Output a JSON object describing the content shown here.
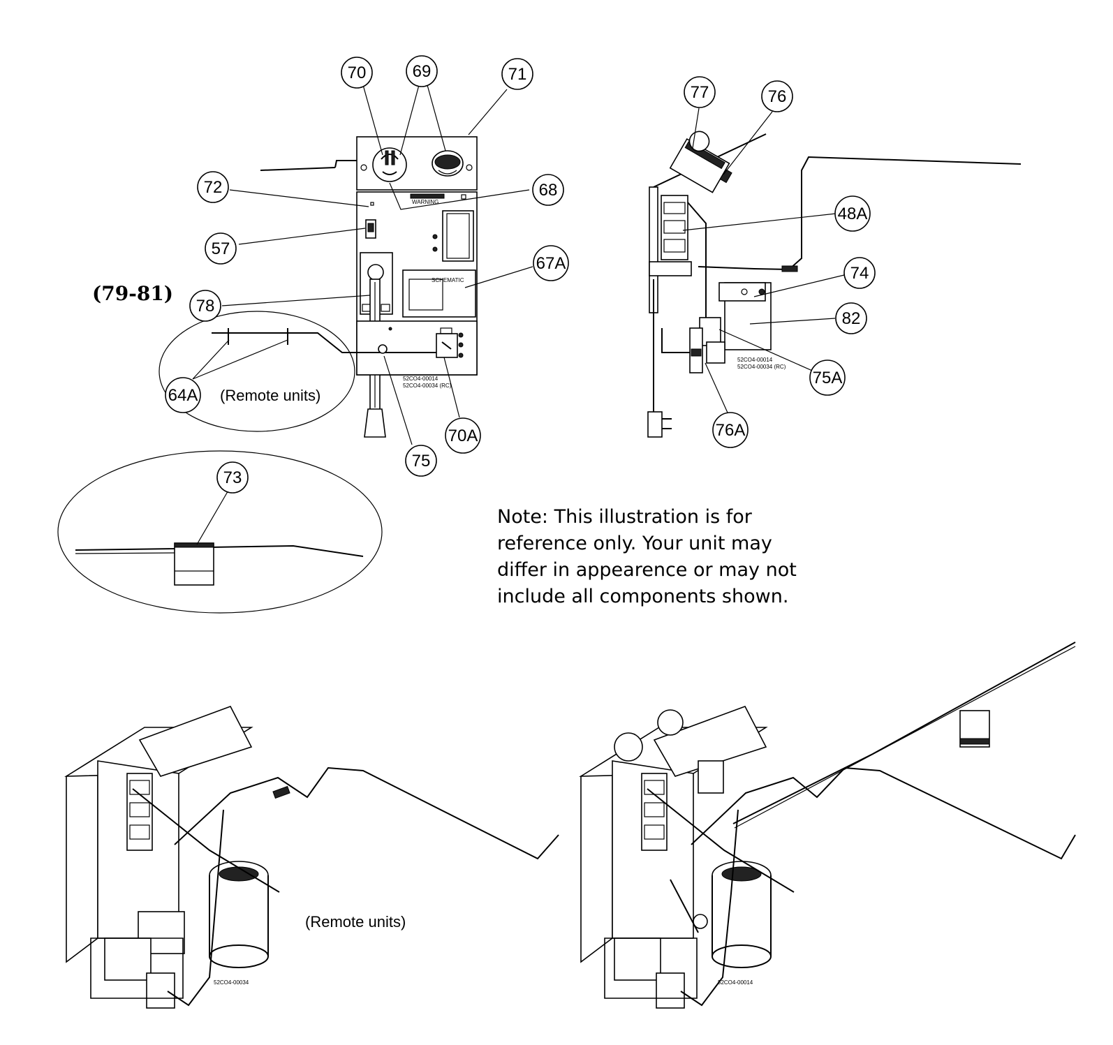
{
  "callouts": [
    {
      "id": "70",
      "label": "70"
    },
    {
      "id": "69",
      "label": "69"
    },
    {
      "id": "71",
      "label": "71"
    },
    {
      "id": "72",
      "label": "72"
    },
    {
      "id": "68",
      "label": "68"
    },
    {
      "id": "57",
      "label": "57"
    },
    {
      "id": "67A",
      "label": "67A"
    },
    {
      "id": "78",
      "label": "78"
    },
    {
      "id": "64A",
      "label": "64A"
    },
    {
      "id": "75",
      "label": "75"
    },
    {
      "id": "70A",
      "label": "70A"
    },
    {
      "id": "73",
      "label": "73"
    },
    {
      "id": "77",
      "label": "77"
    },
    {
      "id": "76",
      "label": "76"
    },
    {
      "id": "48A",
      "label": "48A"
    },
    {
      "id": "74",
      "label": "74"
    },
    {
      "id": "82",
      "label": "82"
    },
    {
      "id": "75A",
      "label": "75A"
    },
    {
      "id": "76A",
      "label": "76A"
    }
  ],
  "handwritten_note": "(79-81)",
  "remote_units_label_1": "(Remote units)",
  "remote_units_label_2": "(Remote units)",
  "panel_texts": {
    "warning": "WARNING",
    "schematic": "SCHEMATIC",
    "part_code_front_1": "52CO4-00014",
    "part_code_front_2": "52CO4-00034 (RC)",
    "part_code_side_1": "52CO4-00014",
    "part_code_side_2": "52CO4-00034 (RC)",
    "part_code_iso_1": "52CO4-00034",
    "part_code_iso_2": "52CO4-00014"
  },
  "note": {
    "lines": [
      "Note: This illustration is for",
      "reference only. Your unit may",
      "differ in appearence or may not",
      "include all components shown."
    ]
  }
}
